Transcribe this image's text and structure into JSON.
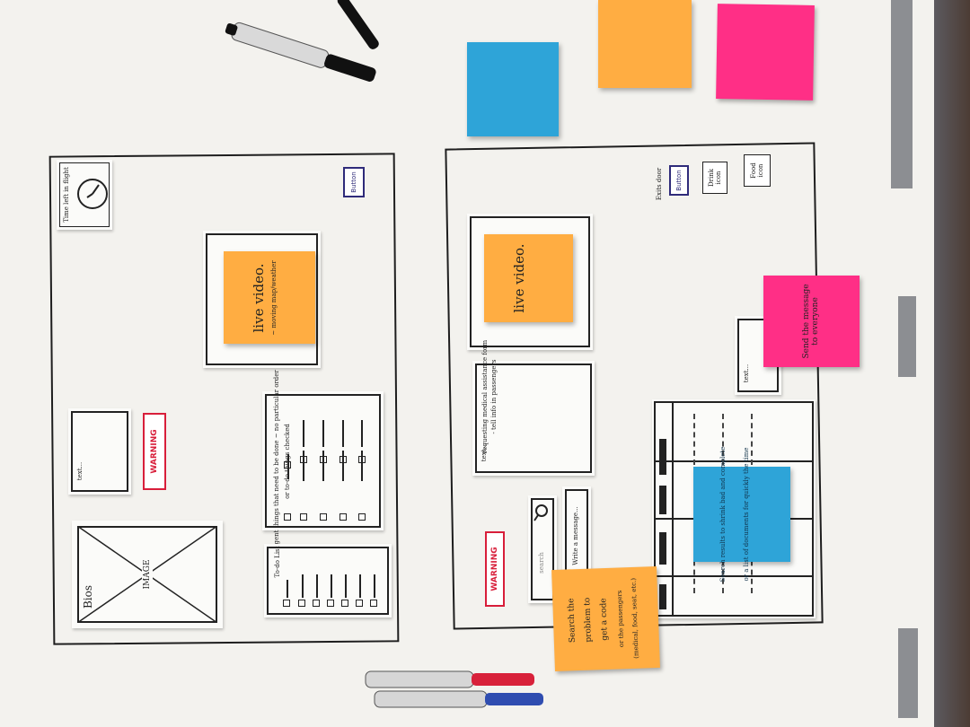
{
  "left_sketch": {
    "clock_card": {
      "label": "Time left in flight",
      "icon": "clock-icon"
    },
    "button": "Button",
    "live_video_note": {
      "title": "live video.",
      "subtitle": "~ moving map/weather"
    },
    "text_card": "text...",
    "warning": "WARNING",
    "checklist": {
      "heading": "Urgent things that need to be done ~ no particular order",
      "subheading": "or to-do things checked"
    },
    "todo_list": {
      "title": "To-do List"
    },
    "image_card": {
      "label": "IMAGE",
      "side_label": "Bios"
    }
  },
  "right_sketch": {
    "top_controls": {
      "label": "Exits door",
      "button": "Button",
      "drink_icon": "Drink icon",
      "food_icon": "Food icon"
    },
    "live_video_note": {
      "title": "live video."
    },
    "text_panel": {
      "title": "text...",
      "line1": "requesting medical assistance form",
      "line2": "- tell info in passengers"
    },
    "search_icon": "search-icon",
    "search_field": "search",
    "message_field": "Write a message...",
    "warning": "WARNING",
    "text_tab": "text...",
    "pink_note": "Send the message to everyone",
    "blue_note": {
      "line1": "Search results to shrink bad and complete",
      "line2": "or a list of documents for quickly the time"
    },
    "orange_note": {
      "line1": "Search the",
      "line2": "problem to",
      "line3": "get a code",
      "line4": "or the passengers",
      "line5": "(medical, food, seat, etc.)"
    }
  },
  "colors": {
    "orange": "#ffad42",
    "pink": "#ff2f86",
    "blue": "#2ea4d8",
    "warning_red": "#d81e3a",
    "button_blue": "#2f2b7a"
  }
}
